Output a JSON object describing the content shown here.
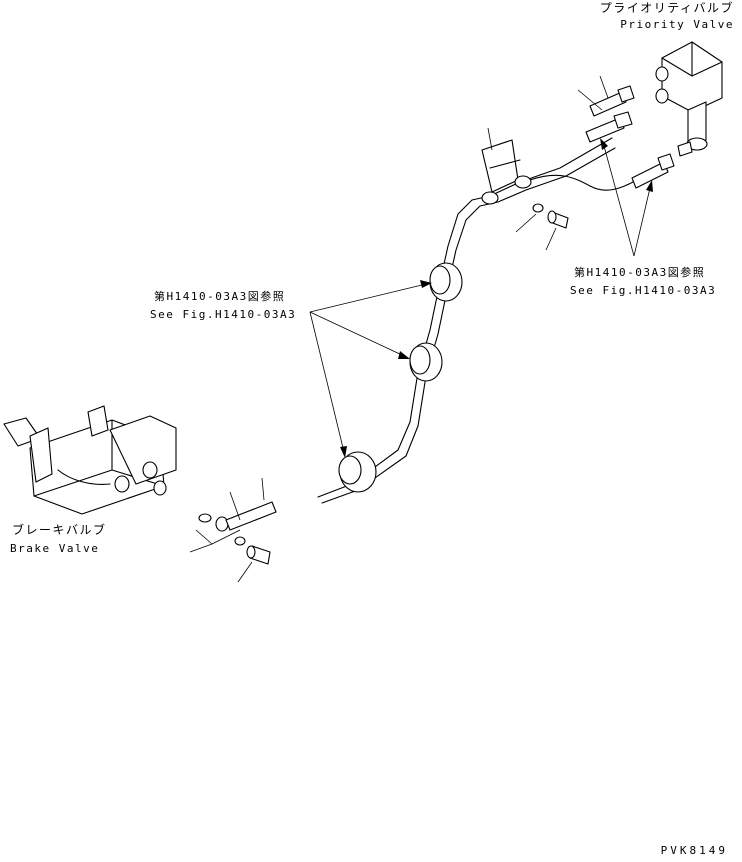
{
  "labels": {
    "priority_valve_jp": "プライオリティバルブ",
    "priority_valve_en": "Priority Valve",
    "ref_right_jp": "第H1410-03A3図参照",
    "ref_right_en": "See Fig.H1410-03A3",
    "ref_center_jp": "第H1410-03A3図参照",
    "ref_center_en": "See Fig.H1410-03A3",
    "brake_valve_jp": "ブレーキバルブ",
    "brake_valve_en": "Brake Valve",
    "drawing_code": "PVK8149"
  }
}
